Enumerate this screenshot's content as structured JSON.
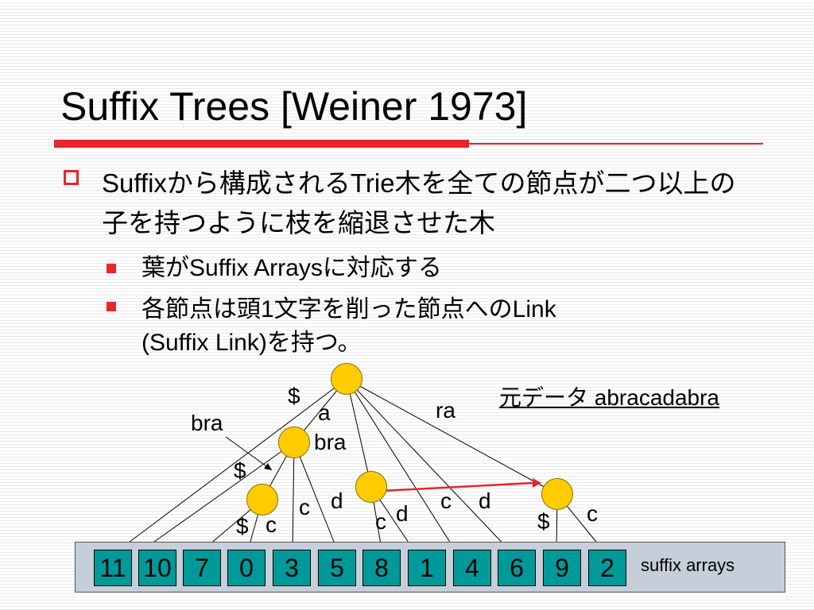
{
  "slide": {
    "title": "Suffix Trees [Weiner 1973]",
    "bullet_main": "Suffixから構成されるTrie木を全ての節点が二つ以上の子を持つように枝を縮退させた木",
    "sub_bullets": [
      "葉がSuffix Arraysに対応する",
      "各節点は頭1文字を削った節点へのLink",
      "(Suffix Link)を持つ。"
    ]
  },
  "diagram": {
    "original_data": "元データ abracadabra",
    "edge_labels": [
      "$",
      "a",
      "ra",
      "bra",
      "bra",
      "$",
      "c",
      "d",
      "c",
      "d",
      "c",
      "d",
      "$",
      "c",
      "$",
      "c"
    ],
    "suffix_array": [
      "11",
      "10",
      "7",
      "0",
      "3",
      "5",
      "8",
      "1",
      "4",
      "6",
      "9",
      "2"
    ],
    "suffix_array_label": "suffix arrays",
    "colors": {
      "node": "#ffcc00",
      "suffix_link": "#e8252a",
      "cell": "#009999",
      "box": "#c5ced9"
    }
  }
}
